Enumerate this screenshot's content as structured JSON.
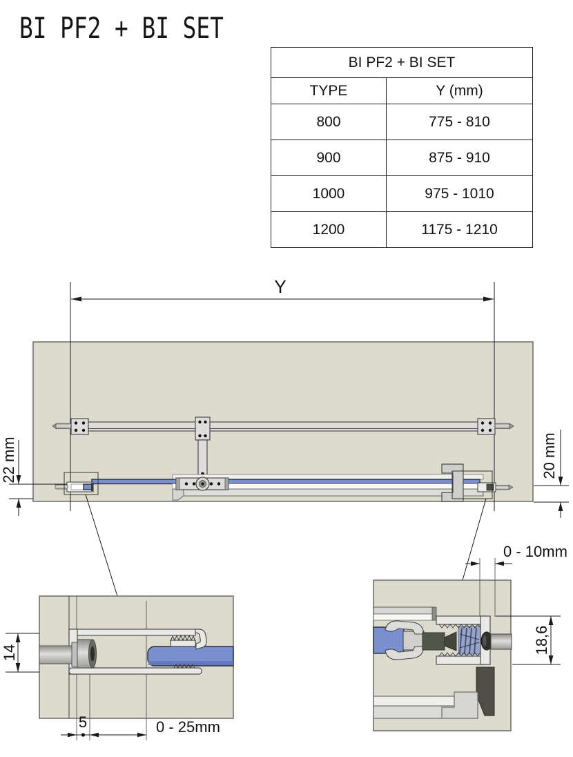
{
  "title": "BI PF2 + BI SET",
  "spec_table": {
    "header": "BI PF2 + BI SET",
    "columns": {
      "type": "TYPE",
      "y": "Y (mm)"
    },
    "rows": [
      {
        "type": "800",
        "y": "775 - 810"
      },
      {
        "type": "900",
        "y": "875 - 910"
      },
      {
        "type": "1000",
        "y": "975 - 1010"
      },
      {
        "type": "1200",
        "y": "1175 - 1210"
      }
    ]
  },
  "main_view": {
    "width_dim": "Y",
    "left_offset_dim": "22 mm",
    "right_offset_dim": "20 mm"
  },
  "detail_left": {
    "channel_depth_dim": "14",
    "edge_gap_dim": "5",
    "glass_adjust_dim": "0 - 25mm"
  },
  "detail_right": {
    "wall_adjust_dim": "0 - 10mm",
    "profile_height_dim": "18,6"
  },
  "colors": {
    "panel": "#dcdbcd",
    "glass": "#7b8ece",
    "dimension": "#1a1a1a"
  }
}
